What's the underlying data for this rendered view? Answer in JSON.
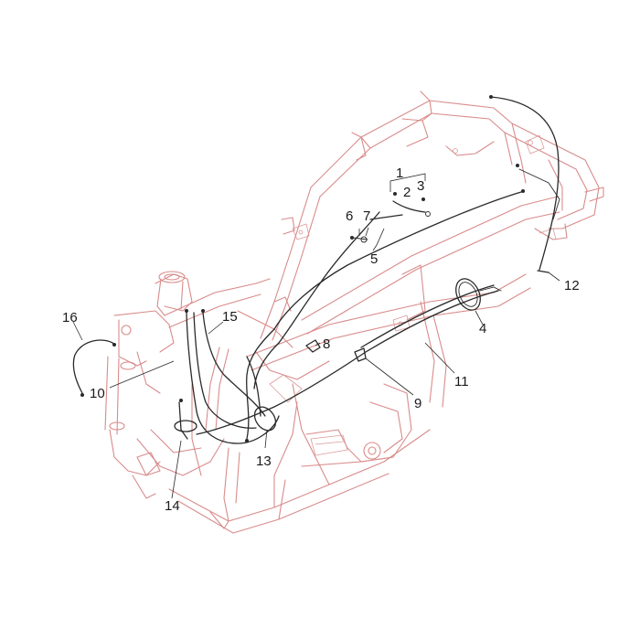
{
  "diagram": {
    "callouts": [
      {
        "id": "1",
        "label": "1"
      },
      {
        "id": "2",
        "label": "2"
      },
      {
        "id": "3",
        "label": "3"
      },
      {
        "id": "4",
        "label": "4"
      },
      {
        "id": "5",
        "label": "5"
      },
      {
        "id": "6",
        "label": "6"
      },
      {
        "id": "7",
        "label": "7"
      },
      {
        "id": "8",
        "label": "8"
      },
      {
        "id": "9",
        "label": "9"
      },
      {
        "id": "10",
        "label": "10"
      },
      {
        "id": "11",
        "label": "11"
      },
      {
        "id": "12",
        "label": "12"
      },
      {
        "id": "13",
        "label": "13"
      },
      {
        "id": "14",
        "label": "14"
      },
      {
        "id": "15",
        "label": "15"
      },
      {
        "id": "16",
        "label": "16"
      }
    ],
    "colors": {
      "frame": "#d98b8b",
      "part": "#2a2a2a",
      "background": "#ffffff"
    }
  }
}
